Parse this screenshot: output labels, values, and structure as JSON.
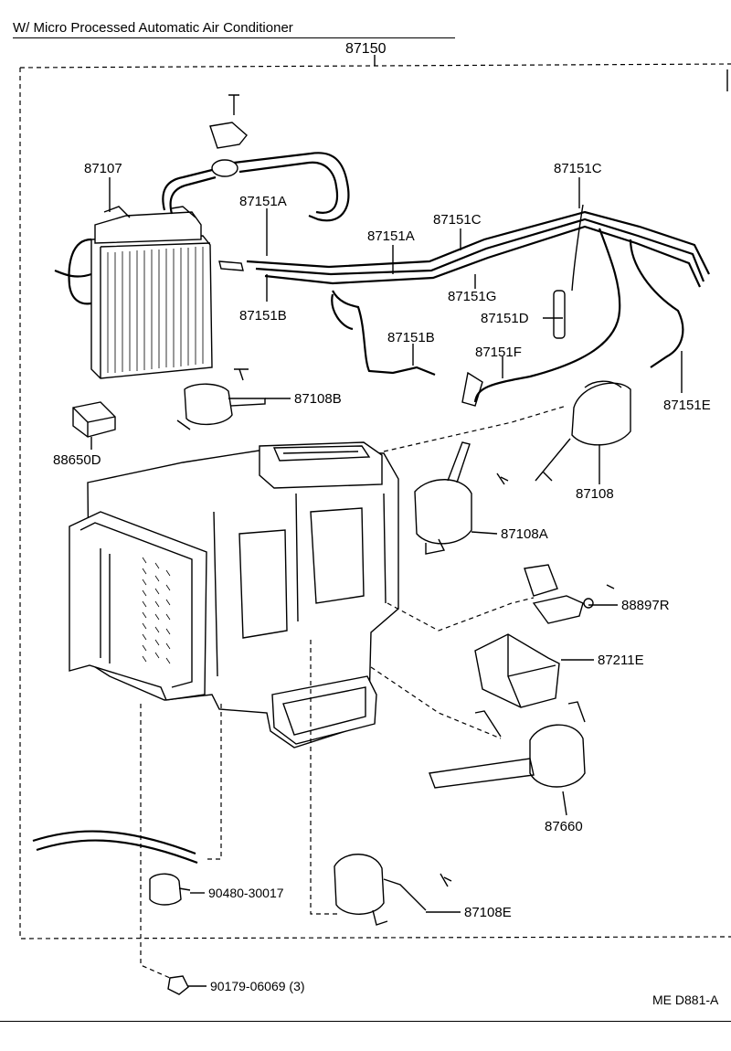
{
  "header": {
    "title": "W/ Micro Processed Automatic Air Conditioner",
    "assembly_number": "87150"
  },
  "parts": [
    {
      "id": "p87107",
      "label": "87107"
    },
    {
      "id": "p87151A_1",
      "label": "87151A"
    },
    {
      "id": "p87151A_2",
      "label": "87151A"
    },
    {
      "id": "p87151B_1",
      "label": "87151B"
    },
    {
      "id": "p87151B_2",
      "label": "87151B"
    },
    {
      "id": "p87151C_1",
      "label": "87151C"
    },
    {
      "id": "p87151C_2",
      "label": "87151C"
    },
    {
      "id": "p87151G",
      "label": "87151G"
    },
    {
      "id": "p87151D",
      "label": "87151D"
    },
    {
      "id": "p87151F",
      "label": "87151F"
    },
    {
      "id": "p87151E",
      "label": "87151E"
    },
    {
      "id": "p87108B",
      "label": "87108B"
    },
    {
      "id": "p88650D",
      "label": "88650D"
    },
    {
      "id": "p87108",
      "label": "87108"
    },
    {
      "id": "p87108A",
      "label": "87108A"
    },
    {
      "id": "p88897R",
      "label": "88897R"
    },
    {
      "id": "p87211E",
      "label": "87211E"
    },
    {
      "id": "p87660",
      "label": "87660"
    },
    {
      "id": "p90480",
      "label": "90480-30017"
    },
    {
      "id": "p87108E",
      "label": "87108E"
    },
    {
      "id": "p90179",
      "label": "90179-06069 (3)"
    }
  ],
  "footer": {
    "drawing_code": "ME  D881-A"
  }
}
